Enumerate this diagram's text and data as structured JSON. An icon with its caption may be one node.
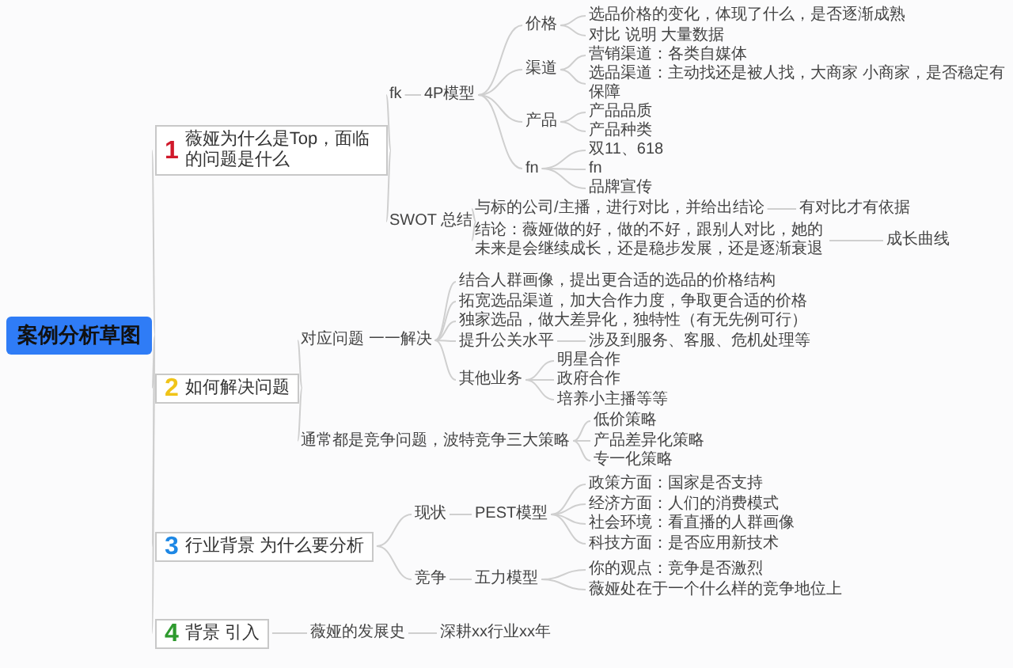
{
  "diagram": {
    "nodes": [
      {
        "text": [
          "案例分析草图"
        ]
      },
      {
        "text": [
          "1",
          "薇娅为什么是Top，面临的问题是什么"
        ]
      },
      {
        "text": [
          "fk"
        ]
      },
      {
        "text": [
          "4P模型"
        ]
      },
      {
        "text": [
          "价格"
        ]
      },
      {
        "text": [
          "选品价格的变化，体现了什么，是否逐渐成熟"
        ]
      },
      {
        "text": [
          "对比 说明 大量数据"
        ]
      },
      {
        "text": [
          "渠道"
        ]
      },
      {
        "text": [
          "营销渠道：各类自媒体"
        ]
      },
      {
        "text": [
          "选品渠道：主动找还是被人找，大商家 小商家，是否稳定有保障"
        ]
      },
      {
        "text": [
          "产品"
        ]
      },
      {
        "text": [
          "产品品质"
        ]
      },
      {
        "text": [
          "产品种类"
        ]
      },
      {
        "text": [
          "fn"
        ]
      },
      {
        "text": [
          "双11、618"
        ]
      },
      {
        "text": [
          "fn"
        ]
      },
      {
        "text": [
          "品牌宣传"
        ]
      },
      {
        "text": [
          "SWOT 总结"
        ]
      },
      {
        "text": [
          "与标的公司/主播，进行对比，并给出结论"
        ]
      },
      {
        "text": [
          "有对比才有依据"
        ]
      },
      {
        "text": [
          "结论：薇娅做的好，做的不好，跟别人对比，她的未来是会继续成长，还是稳步发展，还是逐渐衰退"
        ]
      },
      {
        "text": [
          "成长曲线"
        ]
      },
      {
        "text": [
          "2",
          "如何解决问题"
        ]
      },
      {
        "text": [
          "对应问题 一一解决"
        ]
      },
      {
        "text": [
          "结合人群画像，提出更合适的选品的价格结构"
        ]
      },
      {
        "text": [
          "拓宽选品渠道，加大合作力度，争取更合适的价格"
        ]
      },
      {
        "text": [
          "独家选品，做大差异化，独特性（有无先例可行）"
        ]
      },
      {
        "text": [
          "提升公关水平"
        ]
      },
      {
        "text": [
          "涉及到服务、客服、危机处理等"
        ]
      },
      {
        "text": [
          "其他业务"
        ]
      },
      {
        "text": [
          "明星合作"
        ]
      },
      {
        "text": [
          "政府合作"
        ]
      },
      {
        "text": [
          "培养小主播等等"
        ]
      },
      {
        "text": [
          "通常都是竞争问题，波特竞争三大策略"
        ]
      },
      {
        "text": [
          "低价策略"
        ]
      },
      {
        "text": [
          "产品差异化策略"
        ]
      },
      {
        "text": [
          "专一化策略"
        ]
      },
      {
        "text": [
          "3",
          "行业背景 为什么要分析"
        ]
      },
      {
        "text": [
          "现状"
        ]
      },
      {
        "text": [
          "PEST模型"
        ]
      },
      {
        "text": [
          "政策方面：国家是否支持"
        ]
      },
      {
        "text": [
          "经济方面：人们的消费模式"
        ]
      },
      {
        "text": [
          "社会环境：看直播的人群画像"
        ]
      },
      {
        "text": [
          "科技方面：是否应用新技术"
        ]
      },
      {
        "text": [
          "竞争"
        ]
      },
      {
        "text": [
          "五力模型"
        ]
      },
      {
        "text": [
          "你的观点：竞争是否激烈"
        ]
      },
      {
        "text": [
          "薇娅处在于一个什么样的竞争地位上"
        ]
      },
      {
        "text": [
          "4",
          "背景 引入"
        ]
      },
      {
        "text": [
          "薇娅的发展史"
        ]
      },
      {
        "text": [
          "深耕xx行业xx年"
        ]
      }
    ],
    "edges": [
      {
        "from": 0,
        "to": 1,
        "arrow": "none"
      },
      {
        "from": 1,
        "to": 2,
        "arrow": "none"
      },
      {
        "from": 2,
        "to": 3,
        "arrow": "none"
      },
      {
        "from": 3,
        "to": 4,
        "arrow": "none"
      },
      {
        "from": 4,
        "to": 5,
        "arrow": "none"
      },
      {
        "from": 4,
        "to": 6,
        "arrow": "none"
      },
      {
        "from": 3,
        "to": 7,
        "arrow": "none"
      },
      {
        "from": 7,
        "to": 8,
        "arrow": "none"
      },
      {
        "from": 7,
        "to": 9,
        "arrow": "none"
      },
      {
        "from": 3,
        "to": 10,
        "arrow": "none"
      },
      {
        "from": 10,
        "to": 11,
        "arrow": "none"
      },
      {
        "from": 10,
        "to": 12,
        "arrow": "none"
      },
      {
        "from": 3,
        "to": 13,
        "arrow": "none"
      },
      {
        "from": 13,
        "to": 14,
        "arrow": "none"
      },
      {
        "from": 13,
        "to": 15,
        "arrow": "none"
      },
      {
        "from": 13,
        "to": 16,
        "arrow": "none"
      },
      {
        "from": 1,
        "to": 17,
        "arrow": "none"
      },
      {
        "from": 17,
        "to": 18,
        "arrow": "none"
      },
      {
        "from": 18,
        "to": 19,
        "arrow": "none"
      },
      {
        "from": 17,
        "to": 20,
        "arrow": "none"
      },
      {
        "from": 20,
        "to": 21,
        "arrow": "none"
      },
      {
        "from": 0,
        "to": 22,
        "arrow": "none"
      },
      {
        "from": 22,
        "to": 23,
        "arrow": "none"
      },
      {
        "from": 23,
        "to": 24,
        "arrow": "none"
      },
      {
        "from": 23,
        "to": 25,
        "arrow": "none"
      },
      {
        "from": 23,
        "to": 26,
        "arrow": "none"
      },
      {
        "from": 23,
        "to": 27,
        "arrow": "none"
      },
      {
        "from": 27,
        "to": 28,
        "arrow": "none"
      },
      {
        "from": 23,
        "to": 29,
        "arrow": "none"
      },
      {
        "from": 29,
        "to": 30,
        "arrow": "none"
      },
      {
        "from": 29,
        "to": 31,
        "arrow": "none"
      },
      {
        "from": 29,
        "to": 32,
        "arrow": "none"
      },
      {
        "from": 22,
        "to": 33,
        "arrow": "none"
      },
      {
        "from": 33,
        "to": 34,
        "arrow": "none"
      },
      {
        "from": 33,
        "to": 35,
        "arrow": "none"
      },
      {
        "from": 33,
        "to": 36,
        "arrow": "none"
      },
      {
        "from": 0,
        "to": 37,
        "arrow": "none"
      },
      {
        "from": 37,
        "to": 38,
        "arrow": "none"
      },
      {
        "from": 38,
        "to": 39,
        "arrow": "none"
      },
      {
        "from": 39,
        "to": 40,
        "arrow": "none"
      },
      {
        "from": 39,
        "to": 41,
        "arrow": "none"
      },
      {
        "from": 39,
        "to": 42,
        "arrow": "none"
      },
      {
        "from": 39,
        "to": 43,
        "arrow": "none"
      },
      {
        "from": 37,
        "to": 44,
        "arrow": "none"
      },
      {
        "from": 44,
        "to": 45,
        "arrow": "none"
      },
      {
        "from": 45,
        "to": 46,
        "arrow": "none"
      },
      {
        "from": 45,
        "to": 47,
        "arrow": "none"
      },
      {
        "from": 0,
        "to": 48,
        "arrow": "none"
      },
      {
        "from": 48,
        "to": 49,
        "arrow": "none"
      },
      {
        "from": 49,
        "to": 50,
        "arrow": "none"
      }
    ]
  }
}
